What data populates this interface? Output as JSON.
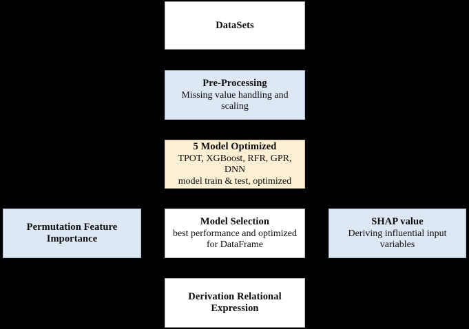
{
  "diagram": {
    "background_color": "#000000",
    "nodes": [
      {
        "id": "datasets",
        "title": "DataSets",
        "subtitle": "",
        "fill": "#ffffff",
        "column": "center",
        "order": 1
      },
      {
        "id": "preprocessing",
        "title": "Pre-Processing",
        "subtitle": "Missing value handling and scaling",
        "fill": "#dee8f4",
        "column": "center",
        "order": 2
      },
      {
        "id": "model_optimized",
        "title": "5 Model Optimized",
        "subtitle": "TPOT, XGBoost, RFR, GPR, DNN\nmodel train & test,  optimized",
        "fill": "#fcefd3",
        "column": "center",
        "order": 3
      },
      {
        "id": "model_selection",
        "title": "Model Selection",
        "subtitle": "best performance and optimized for DataFrame",
        "fill": "#ffffff",
        "column": "center",
        "order": 4
      },
      {
        "id": "derivation",
        "title": "Derivation Relational Expression",
        "subtitle": "",
        "fill": "#ffffff",
        "column": "center",
        "order": 5
      },
      {
        "id": "permutation",
        "title": "Permutation Feature Importance",
        "subtitle": "",
        "fill": "#dee8f4",
        "column": "left",
        "order": 1
      },
      {
        "id": "shap",
        "title": "SHAP value",
        "subtitle": "Deriving influential input variables",
        "fill": "#dee8f4",
        "column": "right",
        "order": 1
      }
    ]
  }
}
